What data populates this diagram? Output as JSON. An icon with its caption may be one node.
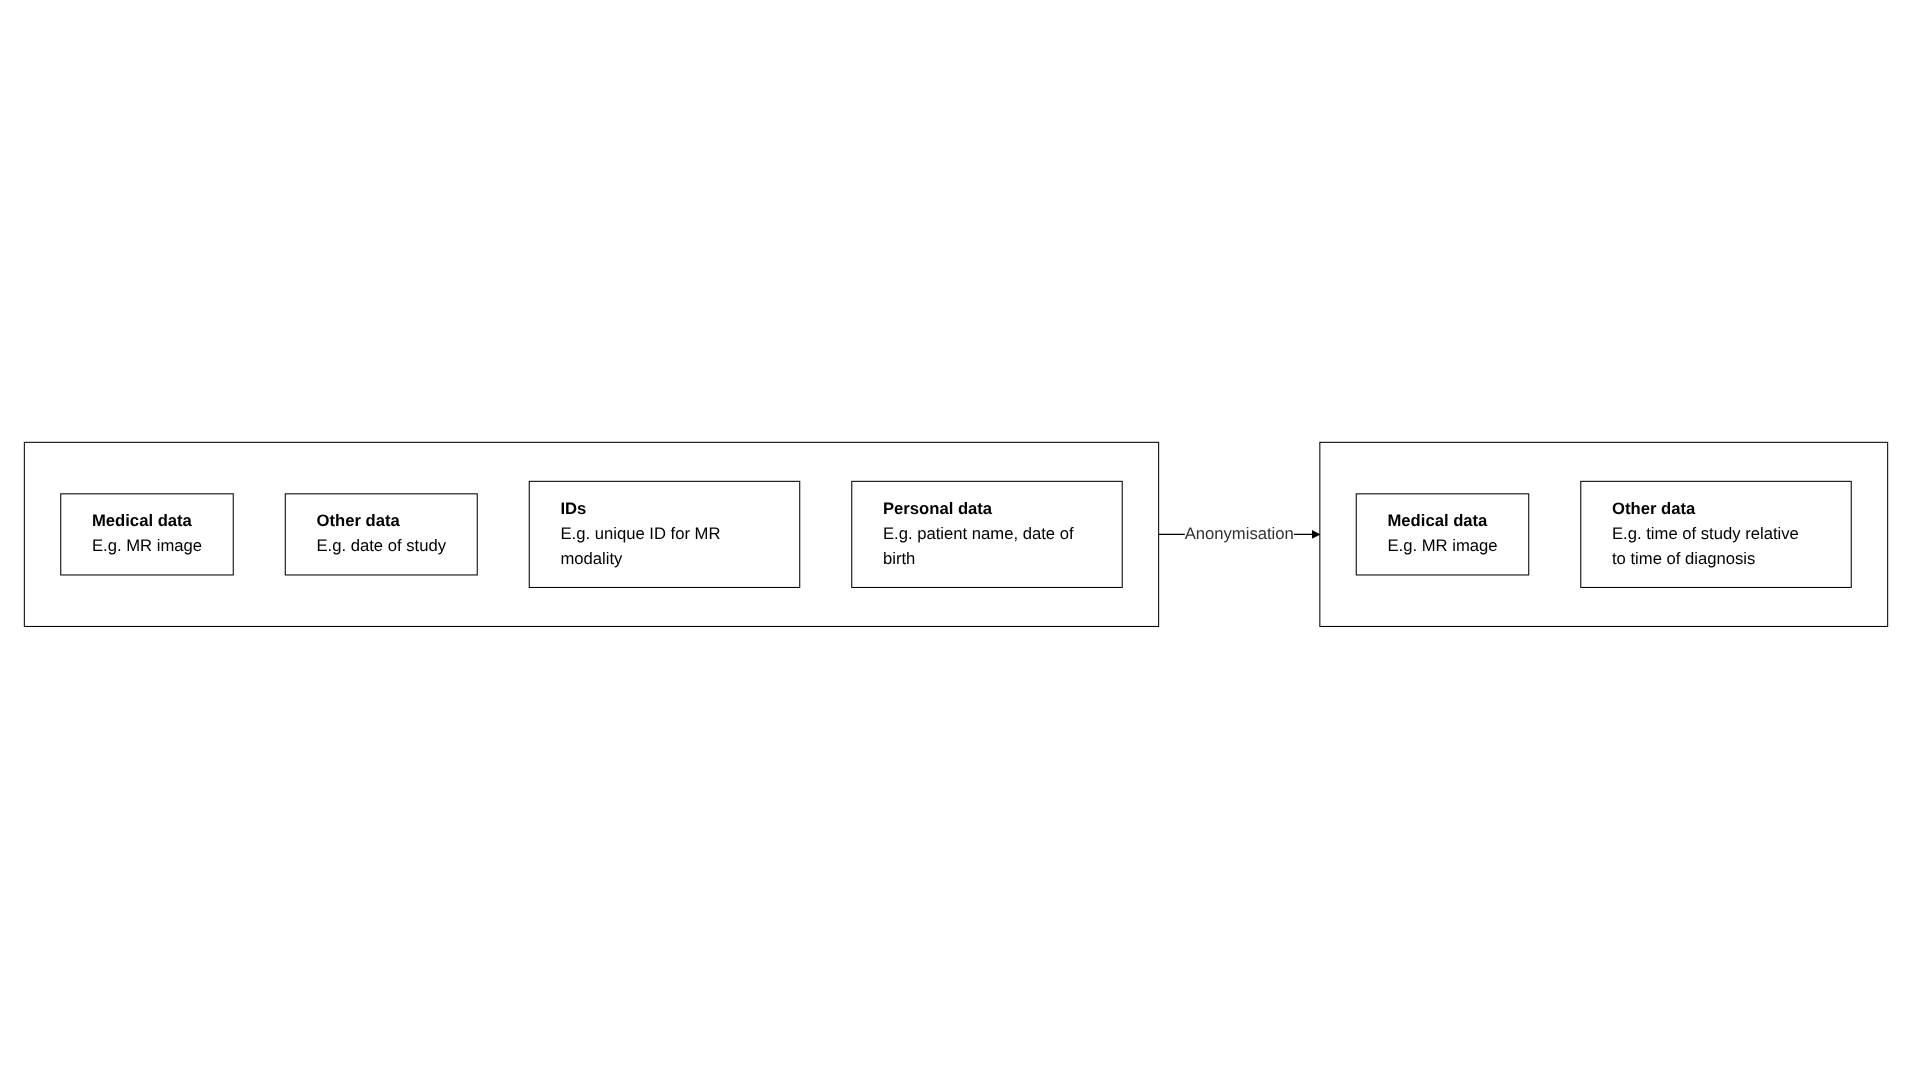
{
  "diagram": {
    "nodes": [
      {
        "text": [],
        "shape": "box"
      },
      {
        "text": [
          "Medical data",
          "E.g. MR image"
        ],
        "in": 0
      },
      {
        "text": [
          "Other data",
          "E.g. date of study"
        ],
        "in": 0
      },
      {
        "text": [
          "IDs",
          "E.g. unique ID for MR modality"
        ],
        "in": 0
      },
      {
        "text": [
          "Personal data",
          "E.g. patient name, date of birth"
        ],
        "in": 0
      },
      {
        "text": [],
        "shape": "box"
      },
      {
        "text": [
          "Medical data",
          "E.g. MR image"
        ],
        "in": 5
      },
      {
        "text": [
          "Other data",
          "E.g. time of study relative to time of diagnosis"
        ],
        "in": 5
      }
    ],
    "edges": [
      {
        "from": 0,
        "to": 5,
        "arrow": "to",
        "label": "Anonymisation"
      }
    ]
  }
}
